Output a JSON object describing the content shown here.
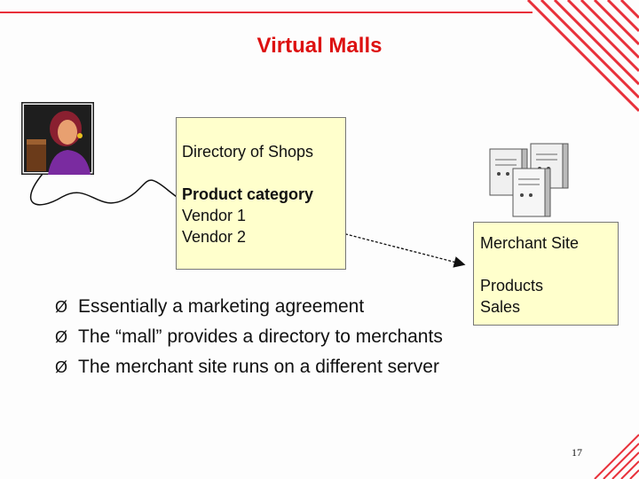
{
  "slide": {
    "title": "Virtual Malls",
    "page_number": "17"
  },
  "directory_box": {
    "heading": "Directory of Shops",
    "category": "Product category",
    "vendor1": "Vendor 1",
    "vendor2": "Vendor 2"
  },
  "merchant_box": {
    "title": "Merchant Site",
    "line1": "Products",
    "line2": "Sales"
  },
  "bullets": [
    "Essentially a marketing agreement",
    "The “mall” provides a directory to merchants",
    "The merchant site runs on a different server"
  ],
  "icons": {
    "bullet": "arrow-bullet-icon",
    "user": "user-at-computer-icon",
    "servers": "server-stack-icon"
  },
  "colors": {
    "title": "#dd1111",
    "box_fill": "#ffffcc",
    "accent_stripes": "#e8303a"
  }
}
